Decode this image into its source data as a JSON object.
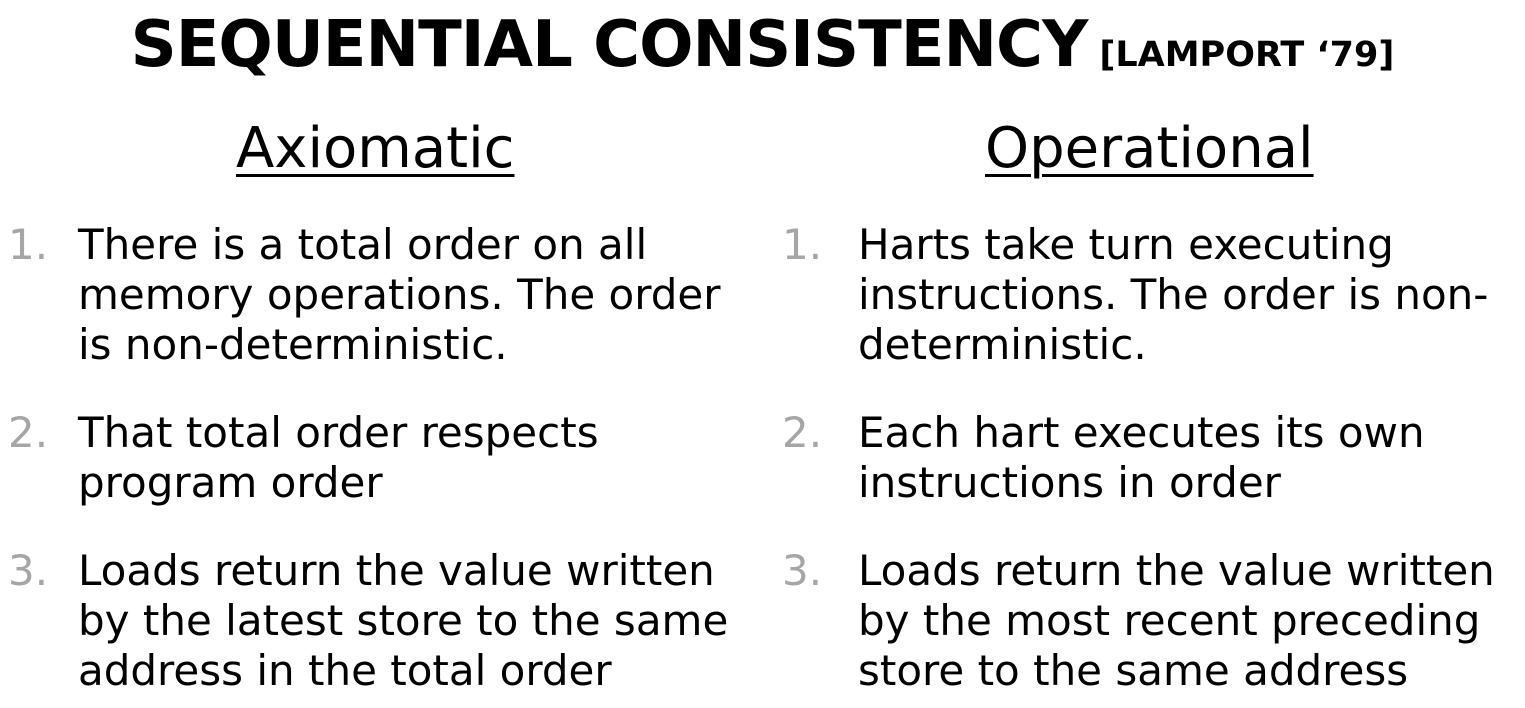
{
  "title": {
    "main": "SEQUENTIAL CONSISTENCY",
    "citation": "[LAMPORT ‘79]"
  },
  "axiomatic": {
    "heading": "Axiomatic",
    "items": [
      {
        "number": "1.",
        "text": "There is a total order on all\nmemory operations.  The order\nis non-deterministic."
      },
      {
        "number": "2.",
        "text": "That total order respects\nprogram order"
      },
      {
        "number": "3.",
        "text": "Loads return the value written\nby the latest store to the same\naddress in the total order"
      }
    ]
  },
  "operational": {
    "heading": "Operational",
    "items": [
      {
        "number": "1.",
        "text": "Harts take turn executing\ninstructions.  The order is non-\ndeterministic."
      },
      {
        "number": "2.",
        "text": "Each hart executes its own\ninstructions in order"
      },
      {
        "number": "3.",
        "text": "Loads return the value written\nby the most recent preceding\nstore to the same address"
      }
    ]
  }
}
